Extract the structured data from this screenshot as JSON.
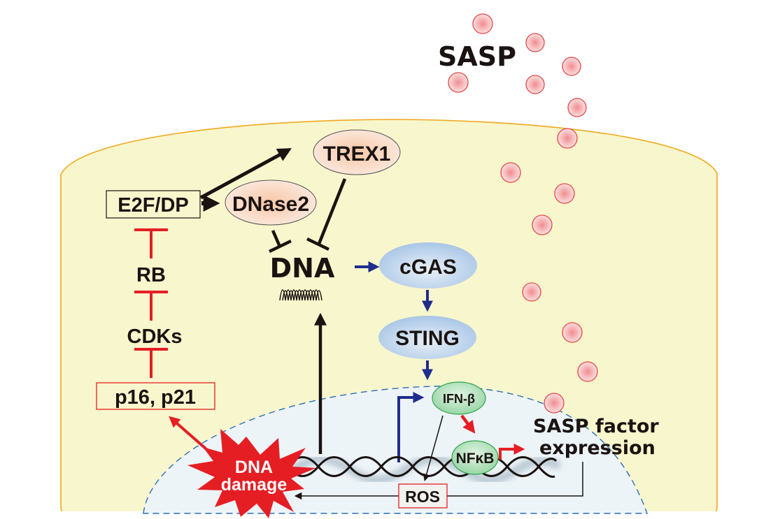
{
  "title": "E2F/DP - DNase2/TREX1 - cGAS-STING pathway in senescent cells",
  "labels": {
    "sasp_top": "SASP",
    "e2f": "E2F/DP",
    "dnase2": "DNase2",
    "trex1": "TREX1",
    "rb": "RB",
    "cdks": "CDKs",
    "p16p21": "p16, p21",
    "dna": "DNA",
    "cgas": "cGAS",
    "sting": "STING",
    "ifnb": "IFN-β",
    "nfkb": "NFκB",
    "sasp_factor_line1": "SASP factor",
    "sasp_factor_line2": "expression",
    "dna_damage_line1": "DNA",
    "dna_damage_line2": "damage",
    "ros": "ROS"
  },
  "colors": {
    "cytoplasm": "#f8f6cc",
    "membrane": "#f0a81c",
    "nucleus": "#edf4f8",
    "nuclear_envelope": "#2a6fb4",
    "inhibition": "#e51e24",
    "activation_black": "#1a1311",
    "activation_blue": "#1f2d8c",
    "activation_red": "#e51e24",
    "sasp_particle": "#f0a0a0",
    "enzyme_ellipse": "#f6d8c4",
    "sensor_ellipse": "#bcd4ec",
    "ifn_ellipse": "#b4e0bc",
    "damage_burst": "#e51e24"
  },
  "edges": [
    {
      "from": "E2F/DP",
      "to": "TREX1",
      "type": "activation"
    },
    {
      "from": "E2F/DP",
      "to": "DNase2",
      "type": "activation"
    },
    {
      "from": "DNase2",
      "to": "DNA",
      "type": "inhibition"
    },
    {
      "from": "TREX1",
      "to": "DNA",
      "type": "inhibition"
    },
    {
      "from": "RB",
      "to": "E2F/DP",
      "type": "inhibition"
    },
    {
      "from": "CDKs",
      "to": "RB",
      "type": "inhibition"
    },
    {
      "from": "p16, p21",
      "to": "CDKs",
      "type": "inhibition"
    },
    {
      "from": "DNA damage",
      "to": "p16, p21",
      "type": "activation"
    },
    {
      "from": "DNA damage",
      "to": "DNA",
      "type": "activation"
    },
    {
      "from": "DNA",
      "to": "cGAS",
      "type": "activation"
    },
    {
      "from": "cGAS",
      "to": "STING",
      "type": "activation"
    },
    {
      "from": "STING",
      "to": "IFN-β",
      "type": "activation"
    },
    {
      "from": "genome",
      "to": "IFN-β",
      "type": "transcription"
    },
    {
      "from": "IFN-β",
      "to": "NFκB",
      "type": "activation"
    },
    {
      "from": "IFN-β",
      "to": "ROS",
      "type": "activation"
    },
    {
      "from": "NFκB",
      "to": "SASP factor expression",
      "type": "transcription"
    },
    {
      "from": "SASP factor expression",
      "to": "DNA damage",
      "type": "feedback"
    }
  ]
}
